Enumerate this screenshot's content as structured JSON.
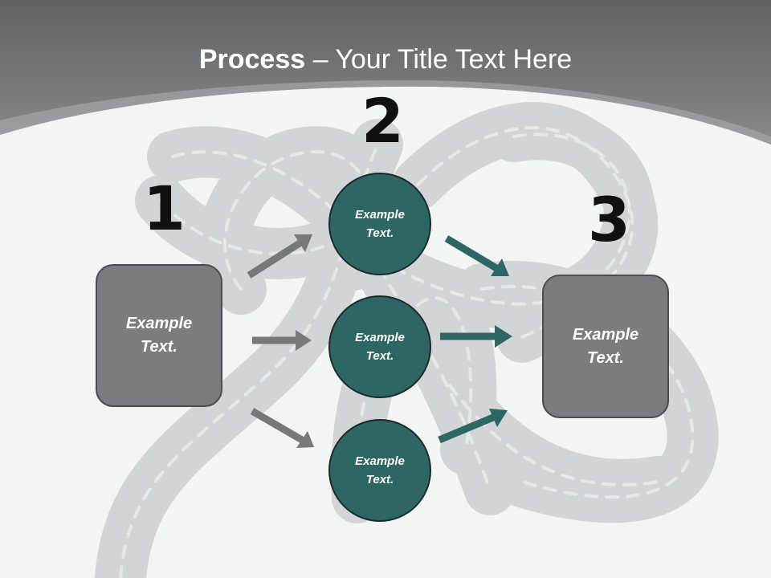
{
  "title": {
    "bold": "Process",
    "rest": " – Your Title Text Here"
  },
  "steps": {
    "one": "1",
    "two": "2",
    "three": "3"
  },
  "left_box": {
    "text": "Example Text."
  },
  "right_box": {
    "text": "Example Text."
  },
  "circles": [
    {
      "text": "Example Text."
    },
    {
      "text": "Example Text."
    },
    {
      "text": "Example Text."
    }
  ],
  "colors": {
    "header": "#6f7376",
    "gray_box": "#7a7d80",
    "teal_circle": "#2e6663",
    "gray_arrow": "#76787b",
    "teal_arrow": "#2e6663"
  }
}
